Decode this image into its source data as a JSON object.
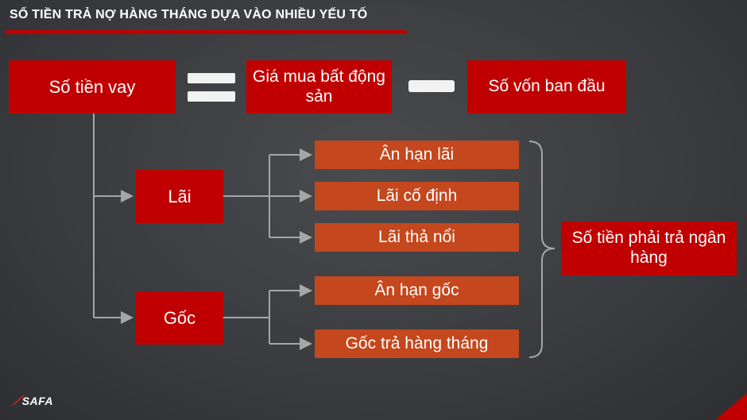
{
  "title": "SỐ TIỀN TRẢ NỢ HÀNG THÁNG DỰA VÀO NHIỀU YẾU TỐ",
  "equation": {
    "loan": "Số tiền vay",
    "price": "Giá mua bất động sản",
    "capital": "Số vốn ban đầu"
  },
  "components": {
    "interest": "Lãi",
    "principal": "Gốc"
  },
  "interest_options": [
    "Ân hạn lãi",
    "Lãi cố định",
    "Lãi thả nổi"
  ],
  "principal_options": [
    "Ân hạn gốc",
    "Gốc trả hàng tháng"
  ],
  "result": "Số tiền phải trả ngân hàng",
  "logo": {
    "mark": "⟋",
    "text": "SAFA"
  },
  "colors": {
    "red": "#c00000",
    "orange": "#c5471d",
    "background": "#3a3b3e"
  }
}
